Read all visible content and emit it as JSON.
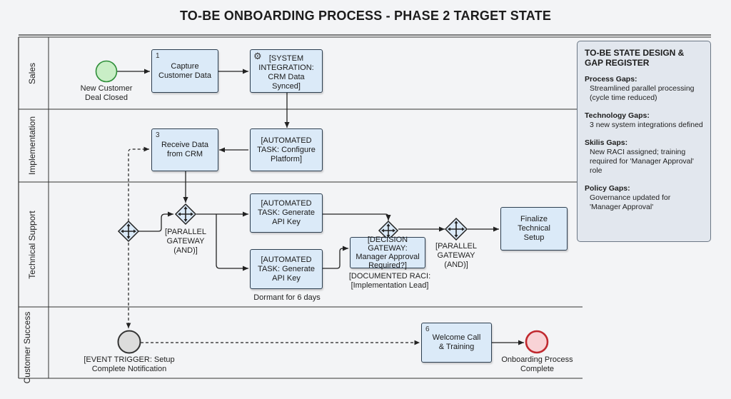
{
  "title": "TO-BE ONBOARDING PROCESS - PHASE 2 TARGET STATE",
  "lanes": [
    "Sales",
    "Implementation",
    "Technical Support",
    "Customer Success"
  ],
  "events": {
    "start": "New Customer Deal Closed",
    "trigger": "[EVENT TRIGGER: Setup Complete Notification",
    "end": "Onboarding Process Complete"
  },
  "tasks": {
    "capture": {
      "number": "1",
      "label": "Capture Customer Data"
    },
    "system_integration": {
      "label": "[SYSTEM INTEGRATION: CRM Data Synced]"
    },
    "receive": {
      "number": "3",
      "label": "Receive Data from CRM"
    },
    "configure": {
      "label": "[AUTOMATED TASK: Configure Platform]"
    },
    "api_key_1": {
      "label": "[AUTOMATED TASK: Generate API Key"
    },
    "api_key_2": {
      "label": "[AUTOMATED TASK: Generate API Key"
    },
    "decision": {
      "label": "[DECISION GATEWAY: Manager Approval Required?]"
    },
    "finalize": {
      "label": "Finalize Technical Setup"
    },
    "welcome": {
      "number": "6",
      "label": "Welcome Call & Training"
    }
  },
  "gateways": {
    "parallel_split": "[PARALLEL GATEWAY (AND)]",
    "parallel_join": "[PARALLEL GATEWAY (AND)]"
  },
  "annotations": {
    "dormant": "Dormant for 6 days",
    "raci": "[DOCUMENTED RACI: [Implementation Lead]"
  },
  "gap_register": {
    "title": "TO-BE STATE DESIGN & GAP REGISTER",
    "sections": [
      {
        "heading": "Process Gaps:",
        "text": "Streamlined parallel processing (cycle time reduced)"
      },
      {
        "heading": "Technology Gaps:",
        "text": "3 new system integrations defined"
      },
      {
        "heading": "Skilis Gaps:",
        "text": "New RACI assigned; training required for 'Manager Approval' role"
      },
      {
        "heading": "Policy Gaps:",
        "text": "Governance updated for 'Manager Approval'"
      }
    ]
  },
  "colors": {
    "task_fill": "#dbeaf8",
    "start_event": "#c9eec6",
    "end_event": "#f8d3d6",
    "intermediate_event": "#dcdcdc",
    "panel_fill": "#e2e7ee"
  },
  "icons": [
    "gear-icon",
    "parallel-gateway-icon"
  ]
}
